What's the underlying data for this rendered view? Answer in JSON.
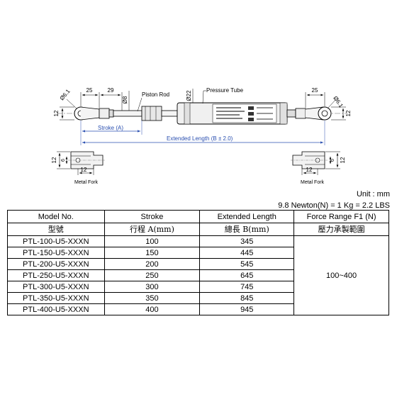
{
  "drawing": {
    "labels": {
      "piston_rod": "Piston Rod",
      "pressure_tube": "Pressure Tube",
      "stroke": "Stroke (A)",
      "extended_length": "Extended Length (B ± 2.0)",
      "metal_fork_left": "Metal Fork",
      "metal_fork_right": "Metal Fork"
    },
    "dims": {
      "d25_left": "25",
      "d29": "29",
      "phi8": "Ø8",
      "phi22": "Ø22",
      "d25_right": "25",
      "phi61_left": "Ø6.1",
      "phi61_right": "Ø6.1",
      "d12_left": "12",
      "d12_fork_left_h": "12",
      "d6_fork_left": "6",
      "d12_fork_left_w": "12",
      "d12_right": "12",
      "d12_fork_right_h": "12",
      "d6_fork_right": "6",
      "d12_fork_right_w": "12"
    }
  },
  "unit": "Unit : mm",
  "conversion": "9.8 Newton(N) = 1 Kg = 2.2 LBS",
  "table": {
    "headers_en": [
      "Model No.",
      "Stroke",
      "Extended Length",
      "Force Range F1 (N)"
    ],
    "headers_zh": [
      "型號",
      "行程 A(mm)",
      "總長 B(mm)",
      "壓力承製範圍"
    ],
    "rows": [
      {
        "model": "PTL-100-U5-XXXN",
        "stroke": "100",
        "length": "345"
      },
      {
        "model": "PTL-150-U5-XXXN",
        "stroke": "150",
        "length": "445"
      },
      {
        "model": "PTL-200-U5-XXXN",
        "stroke": "200",
        "length": "545"
      },
      {
        "model": "PTL-250-U5-XXXN",
        "stroke": "250",
        "length": "645"
      },
      {
        "model": "PTL-300-U5-XXXN",
        "stroke": "300",
        "length": "745"
      },
      {
        "model": "PTL-350-U5-XXXN",
        "stroke": "350",
        "length": "845"
      },
      {
        "model": "PTL-400-U5-XXXN",
        "stroke": "400",
        "length": "945"
      }
    ],
    "force_range": "100~400"
  }
}
